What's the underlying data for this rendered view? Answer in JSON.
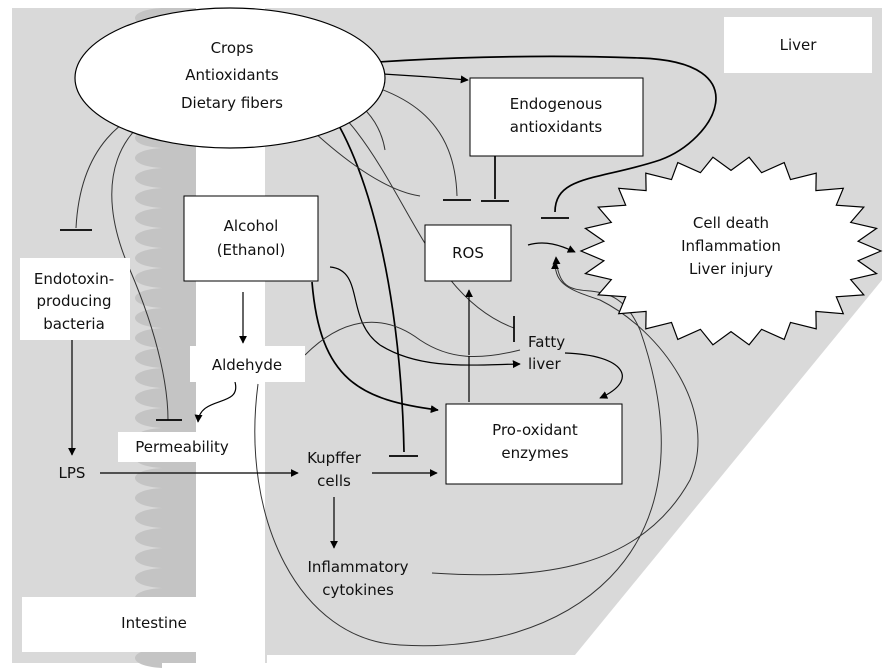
{
  "colors": {
    "background": "#ffffff",
    "liver_region": "#d9d9d9",
    "intestine_wall": "#c4c4c4",
    "node_fill": "#ffffff",
    "stroke": "#000000"
  },
  "nodes": {
    "crops": "Crops",
    "antioxidants": "Antioxidants",
    "dietary_fibers": "Dietary fibers",
    "liver": "Liver",
    "endogenous_antioxidants": [
      "Endogenous",
      "antioxidants"
    ],
    "alcohol": [
      "Alcohol",
      "(Ethanol)"
    ],
    "ros": "ROS",
    "outcome": [
      "Cell death",
      "Inflammation",
      "Liver injury"
    ],
    "endotoxin_bacteria": [
      "Endotoxin-",
      "producing",
      "bacteria"
    ],
    "aldehyde": "Aldehyde",
    "fatty_liver": [
      "Fatty",
      "liver"
    ],
    "permeability": "Permeability",
    "pro_oxidant_enzymes": [
      "Pro-oxidant",
      "enzymes"
    ],
    "lps": "LPS",
    "kupffer_cells": [
      "Kupffer",
      "cells"
    ],
    "inflammatory_cytokines": [
      "Inflammatory",
      "cytokines"
    ],
    "intestine": "Intestine"
  }
}
